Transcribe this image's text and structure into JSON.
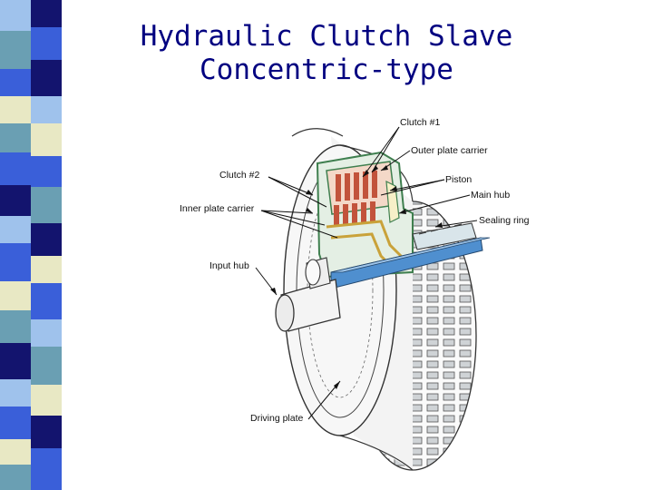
{
  "slide": {
    "title_line1": "Hydraulic Clutch Slave",
    "title_line2": "Concentric-type"
  },
  "diagram": {
    "labels": {
      "clutch1": "Clutch #1",
      "outer_plate_carrier": "Outer plate carrier",
      "clutch2": "Clutch #2",
      "piston": "Piston",
      "main_hub": "Main hub",
      "inner_plate_carrier": "Inner plate carrier",
      "sealing_ring": "Sealing ring",
      "input_hub": "Input hub",
      "driving_plate": "Driving plate"
    },
    "colors": {
      "title": "#000080",
      "stripe_blue": "#3a5fd9",
      "stripe_navy": "#13146e",
      "stripe_teal": "#6a9fb3",
      "stripe_cream": "#e8e8c4",
      "stripe_light": "#9fc2ec",
      "shaft_blue": "#4f8fcf",
      "housing_green": "#3f7f4f",
      "friction_plates": "#c2533b"
    }
  }
}
